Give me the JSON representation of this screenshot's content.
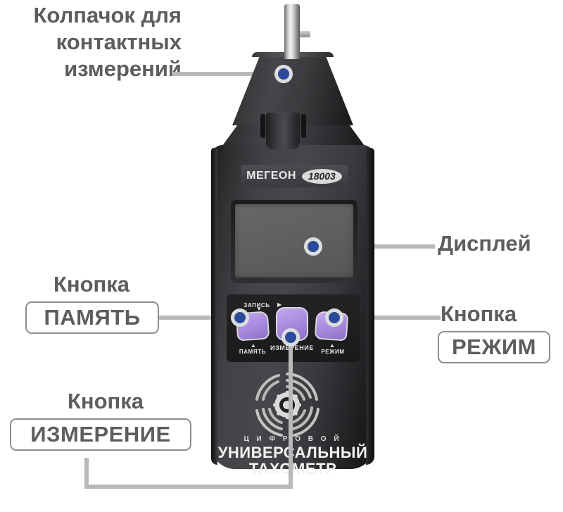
{
  "image": {
    "subject": "Цифровой универсальный тахометр МЕГЕОН 18003",
    "background_color": "#ffffff",
    "callout_color": "#5d5d5d",
    "leader_color": "#b7b9ba",
    "dot_color": "#2b4a9b",
    "button_color": "#ab8ee0"
  },
  "device": {
    "brand": "МЕГЕОН",
    "model": "18003",
    "bottom_text": {
      "line1": "Ц И Ф Р О В О Й",
      "line2": "УНИВЕРСАЛЬНЫЙ",
      "line3": "ТАХОМЕТР"
    },
    "keypad": {
      "record_label": "ЗАПИСЬ",
      "record_arrow_right": "▶",
      "record_arrow_down": "▼",
      "memory_label": "ПАМЯТЬ",
      "memory_arrow": "▲",
      "measure_label": "ИЗМЕРЕНИЕ",
      "mode_label": "РЕЖИМ",
      "mode_arrow": "▲"
    }
  },
  "callouts": [
    {
      "id": "cap",
      "title_lines": [
        "Колпачок для",
        "контактных",
        "измерений"
      ],
      "boxed_label": null
    },
    {
      "id": "memory",
      "title_lines": [
        "Кнопка"
      ],
      "boxed_label": "ПАМЯТЬ"
    },
    {
      "id": "measure",
      "title_lines": [
        "Кнопка"
      ],
      "boxed_label": "ИЗМЕРЕНИЕ"
    },
    {
      "id": "display",
      "title_lines": [
        "Дисплей"
      ],
      "boxed_label": null
    },
    {
      "id": "mode",
      "title_lines": [
        "Кнопка"
      ],
      "boxed_label": "РЕЖИМ"
    }
  ],
  "labels": {
    "cap_line1": "Колпачок для",
    "cap_line2": "контактных",
    "cap_line3": "измерений",
    "memory_title": "Кнопка",
    "memory_boxed": "ПАМЯТЬ",
    "measure_title": "Кнопка",
    "measure_boxed": "ИЗМЕРЕНИЕ",
    "display_title": "Дисплей",
    "mode_title": "Кнопка",
    "mode_boxed": "РЕЖИМ"
  }
}
